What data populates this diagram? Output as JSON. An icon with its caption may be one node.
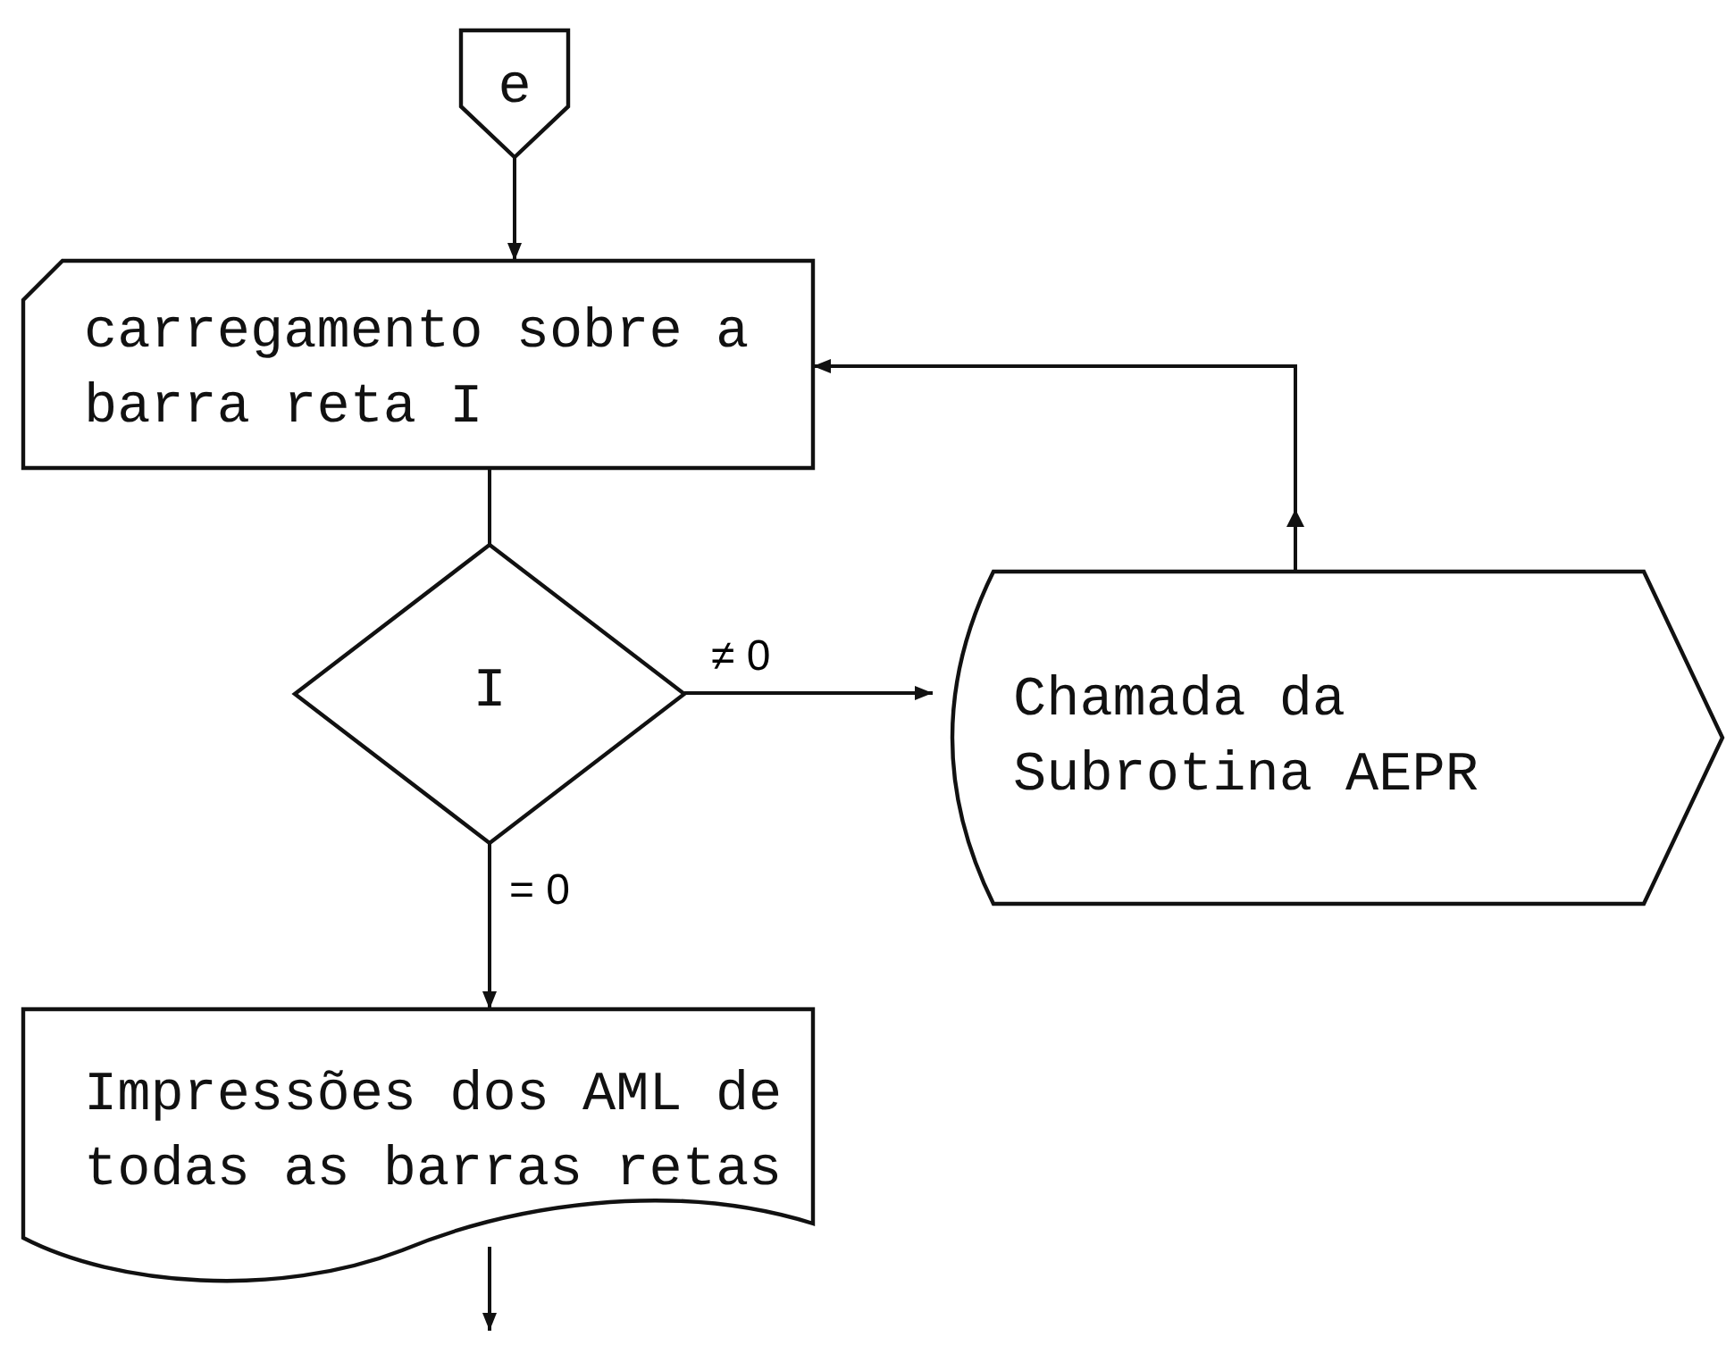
{
  "diagram": {
    "nodes": [
      {
        "text": [
          "e"
        ]
      },
      {
        "text": [
          "carregamento sobre a barra reta I"
        ]
      },
      {
        "text": [
          "I"
        ]
      },
      {
        "text": [
          "Chamada da Subrotina AEPR"
        ]
      },
      {
        "text": [
          "Impressões dos AML de todas as barras retas"
        ]
      }
    ],
    "edges": [
      {
        "from": 0,
        "to": 1,
        "arrow": "to"
      },
      {
        "from": 1,
        "to": 2,
        "arrow": "none"
      },
      {
        "from": 2,
        "to": 3,
        "arrow": "to",
        "label": "≠ 0"
      },
      {
        "from": 3,
        "to": 1,
        "arrow": "to"
      },
      {
        "from": 2,
        "to": 4,
        "arrow": "to",
        "label": "= 0"
      },
      {
        "from": 4,
        "to": null,
        "arrow": "to"
      }
    ]
  }
}
